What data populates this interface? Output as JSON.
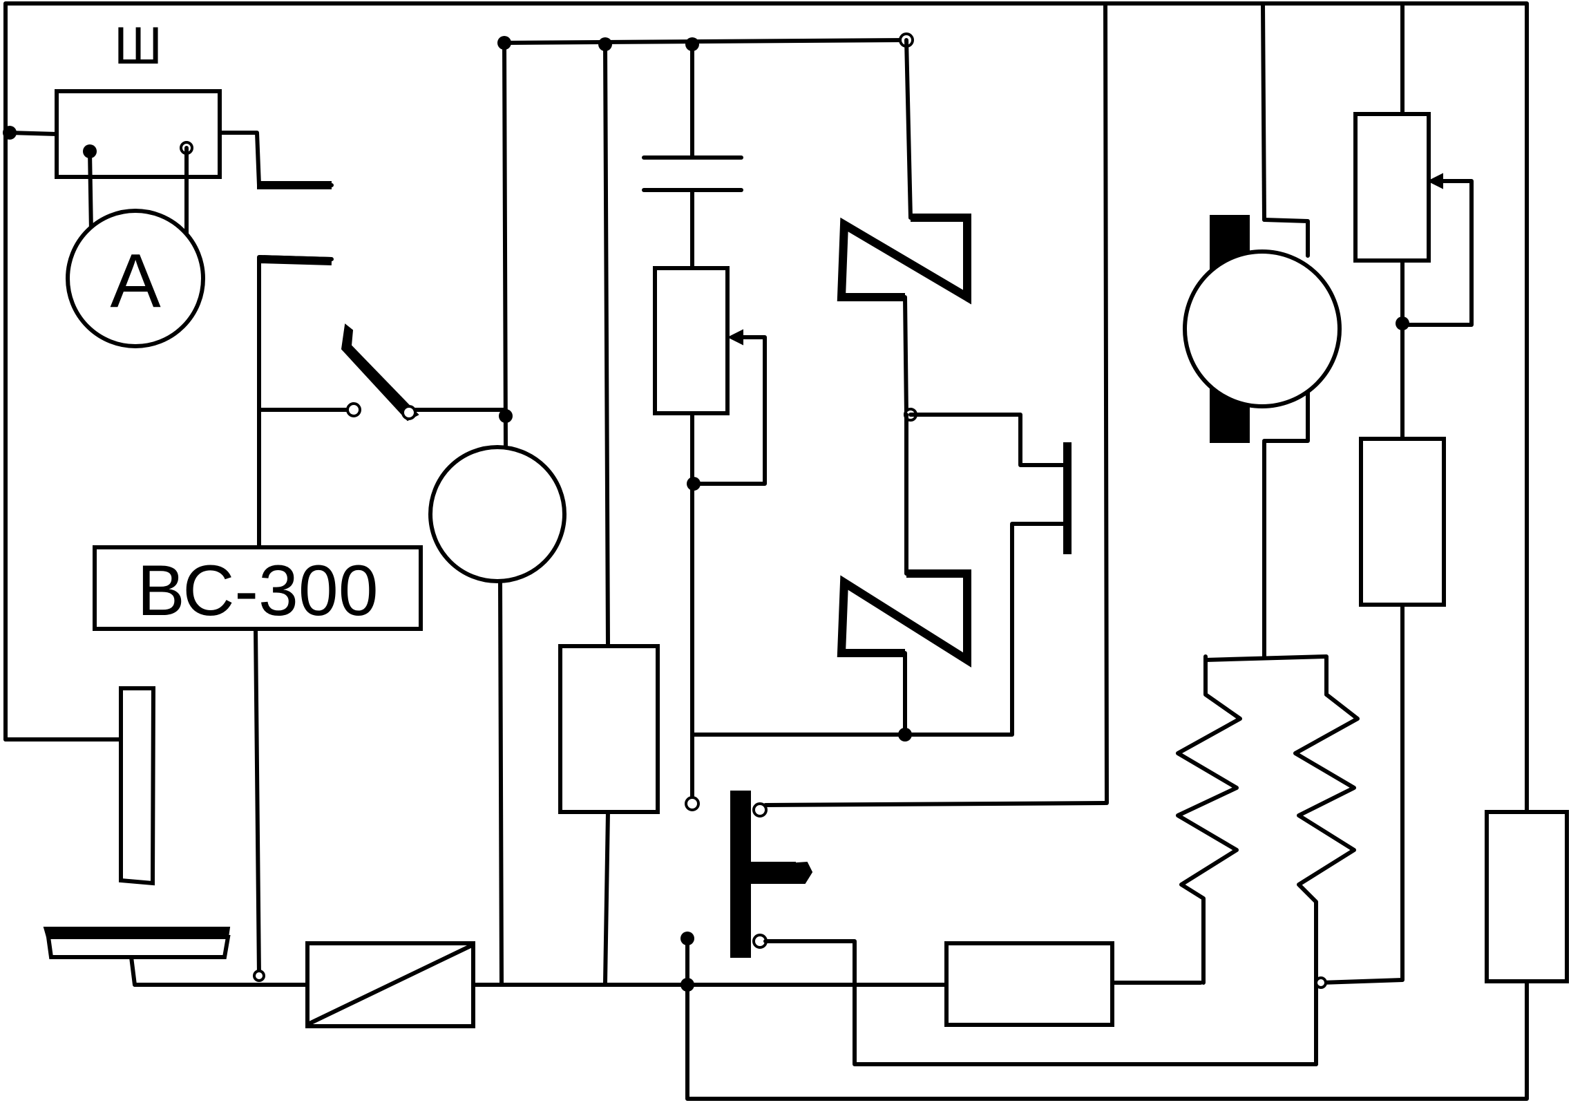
{
  "labels": {
    "shunt": "Ш",
    "ammeter": "A",
    "unit": "ВС-300"
  },
  "colors": {
    "line": "#000000",
    "background": "#ffffff"
  }
}
